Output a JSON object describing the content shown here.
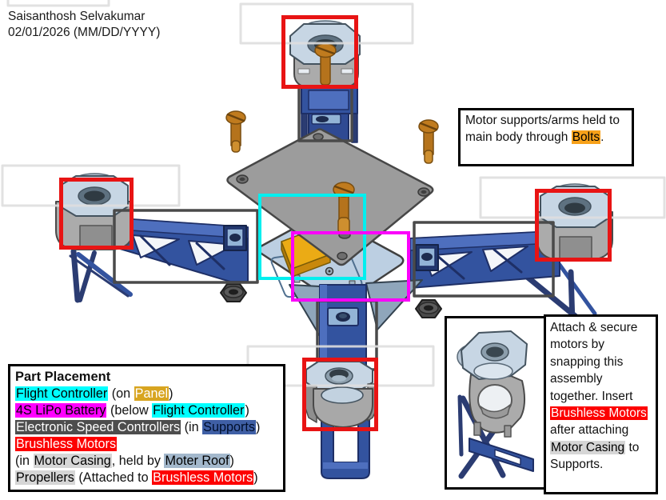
{
  "author": {
    "name": "Saisanthosh Selvakumar",
    "date": "02/01/2026 (MM/DD/YYYY)"
  },
  "bolts_note": {
    "pre": "Motor supports/arms held to main body through ",
    "highlight": "Bolts",
    "post": "."
  },
  "part_placement": {
    "title": "Part Placement",
    "line1": {
      "s1": "Flight Controller",
      "s2": " (on ",
      "s3": "Panel",
      "s4": ")"
    },
    "line2": {
      "s1": "4S LiPo Battery",
      "s2": " (below ",
      "s3": "Flight Controller",
      "s4": ")"
    },
    "line3": {
      "s1": "Electronic Speed Controllers",
      "s2": " (in ",
      "s3": "Supports",
      "s4": ")"
    },
    "line4": {
      "s1": "Brushless Motors"
    },
    "line5": {
      "s1": "(in ",
      "s2": "Motor Casing",
      "s3": ", held by ",
      "s4": "Moter Roof",
      "s5": ")"
    },
    "line6": {
      "s1": "Propellers",
      "s2": " (Attached to ",
      "s3": "Brushless Motors",
      "s4": ")"
    }
  },
  "assembly_note": {
    "s1": "Attach & secure motors by snapping this assembly together. Insert ",
    "s2": "Brushless Motors",
    "s3": " after attaching ",
    "s4": "Motor Casing",
    "s5": " to Supports."
  },
  "colors": {
    "highlight_cyan": "#00ffff",
    "highlight_magenta": "#ff00ff",
    "highlight_gold": "#d8a520",
    "highlight_orange": "#f7a11a",
    "highlight_red": "#fd0000",
    "highlight_dark_gray": "#4d4d4d",
    "highlight_light_gray": "#d6d6d6",
    "highlight_blue": "#3f5fa5",
    "highlight_slate": "#a3b8cc",
    "annotation_red": "#e81414",
    "annotation_dark_gray": "#4a4a4a",
    "cad_arm_blue": "#33539f",
    "cad_part_gray": "#a9a9a9",
    "cad_bolt_brass": "#b5731c",
    "cad_panel_yellow": "#e8a71a"
  }
}
